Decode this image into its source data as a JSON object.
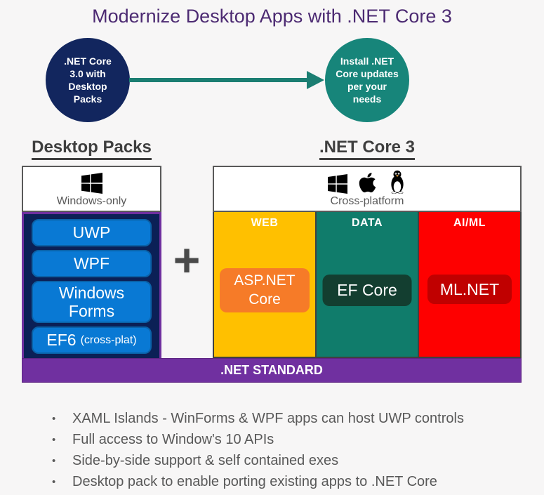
{
  "title": "Modernize Desktop Apps with .NET Core 3",
  "flow": {
    "start_circle_text": ".NET Core\n3.0 with\nDesktop\nPacks",
    "end_circle_text": "Install .NET\nCore updates\nper your\nneeds"
  },
  "desktop_packs": {
    "heading": "Desktop Packs",
    "platform_label": "Windows-only",
    "platform_icon": "windows-logo",
    "stack": [
      "UWP",
      "WPF",
      "Windows Forms"
    ],
    "ef6_label": "EF6",
    "ef6_suffix": "(cross-plat)"
  },
  "plus_sign": "+",
  "net_core_3": {
    "heading": ".NET Core 3",
    "platform_label": "Cross-platform",
    "platform_icons": [
      "windows-logo",
      "apple-logo",
      "linux-tux-logo"
    ],
    "columns": [
      {
        "label": "WEB",
        "item": "ASP.NET Core",
        "column_color": "#FFC000",
        "item_color": "#F67B28"
      },
      {
        "label": "DATA",
        "item": "EF Core",
        "column_color": "#107C6B",
        "item_color": "#133E30"
      },
      {
        "label": "AI/ML",
        "item": "ML.NET",
        "column_color": "#FE0000",
        "item_color": "#C00000"
      }
    ]
  },
  "standard_bar_label": ".NET STANDARD",
  "bullets": [
    "XAML Islands - WinForms & WPF apps can host UWP controls",
    "Full access to Window's 10 APIs",
    "Side-by-side support & self contained exes",
    "Desktop pack to enable porting existing apps to .NET Core"
  ],
  "colors": {
    "background": "#F7F6F6",
    "title_text": "#4C2A72",
    "start_circle": "#12265E",
    "end_circle": "#17857A",
    "arrow": "#1B7E72",
    "stack_background": "#0B2056",
    "stack_button": "#0979D4",
    "standard_bar": "#7030A0",
    "heading_text": "#3E3E3E",
    "bullet_text": "#595959"
  }
}
